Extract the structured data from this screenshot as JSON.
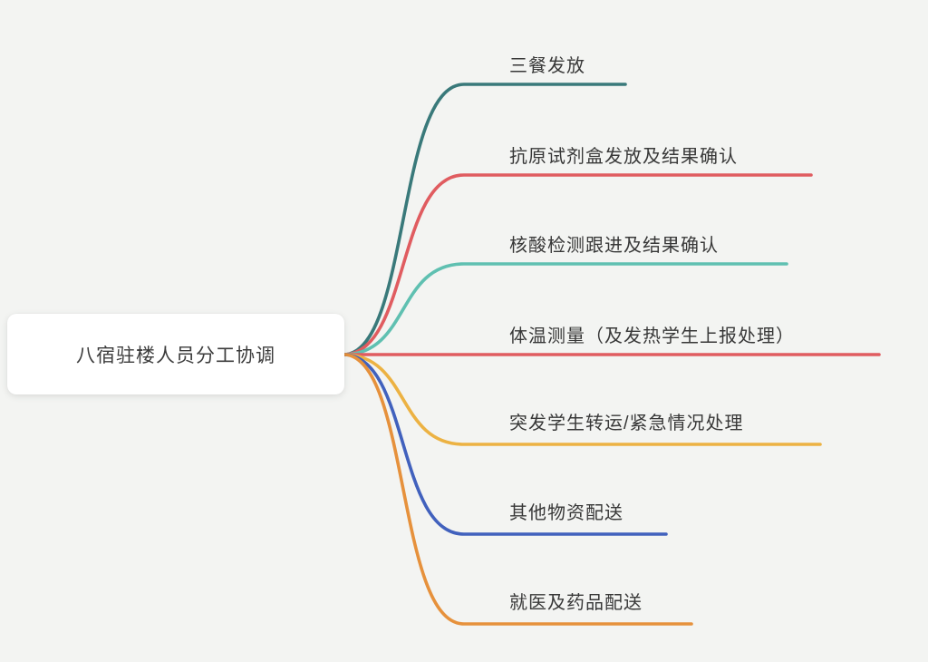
{
  "canvas": {
    "background": "#f3f4f2"
  },
  "root": {
    "label": "八宿驻楼人员分工协调"
  },
  "branches": [
    {
      "label": "三餐发放",
      "color": "#39797a"
    },
    {
      "label": "抗原试剂盒发放及结果确认",
      "color": "#e05c60"
    },
    {
      "label": "核酸检测跟进及结果确认",
      "color": "#5fc0b1"
    },
    {
      "label": "体温测量（及发热学生上报处理）",
      "color": "#e05c60"
    },
    {
      "label": "突发学生转运/紧急情况处理",
      "color": "#ecb243"
    },
    {
      "label": "其他物资配送",
      "color": "#4161bd"
    },
    {
      "label": "就医及药品配送",
      "color": "#e6913c"
    }
  ]
}
